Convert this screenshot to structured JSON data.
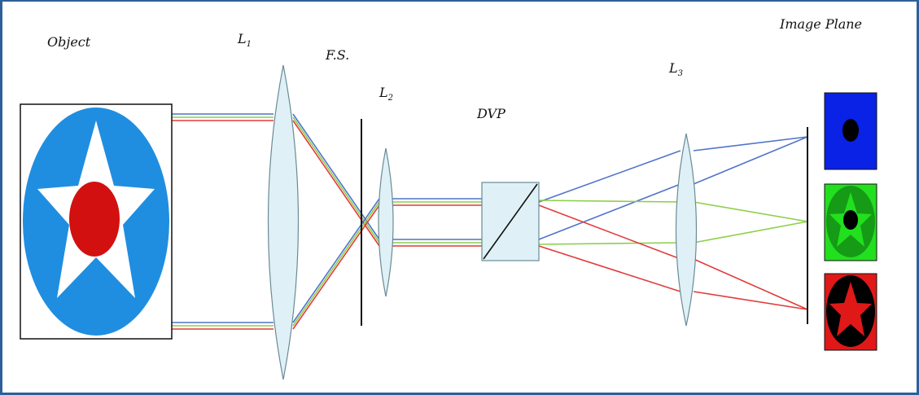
{
  "labels": {
    "object": "Object",
    "l1": "L",
    "l1_sub": "1",
    "fs": "F.S.",
    "l2": "L",
    "l2_sub": "2",
    "dvp": "DVP",
    "l3": "L",
    "l3_sub": "3",
    "image_plane": "Image Plane"
  },
  "colors": {
    "frame_border": "#2f5f9a",
    "object_disc": "#1f8ee0",
    "object_center": "#d21010",
    "lens_fill": "#dff1f6",
    "lens_stroke": "#6a8a96",
    "ray_blue": "#4f74c9",
    "ray_green": "#8ccf4a",
    "ray_red": "#e23b3b",
    "image_blue_bg": "#0a22e6",
    "image_green_bg": "#22e01e",
    "image_green_disc": "#169b16",
    "image_red_bg": "#e01818"
  },
  "icons": [
    "star-icon",
    "disc-icon"
  ]
}
